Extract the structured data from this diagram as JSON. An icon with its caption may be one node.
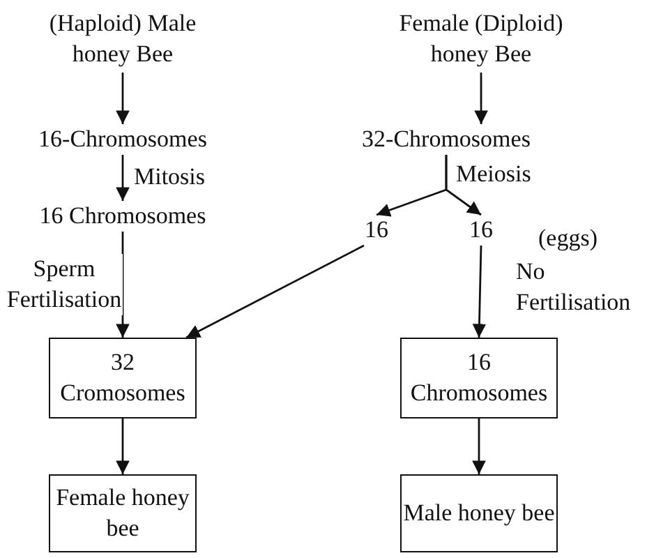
{
  "diagram": {
    "nodes": [
      {
        "text": [
          "(Haploid) Male honey Bee"
        ]
      },
      {
        "text": [
          "16-Chromosomes"
        ]
      },
      {
        "text": [
          "16 Chromosomes"
        ]
      },
      {
        "text": [
          "32 Cromosomes"
        ]
      },
      {
        "text": [
          "Female honey bee"
        ]
      },
      {
        "text": [
          "Female (Diploid) honey Bee"
        ]
      },
      {
        "text": [
          "32-Chromosomes"
        ]
      },
      {
        "text": [
          "16"
        ]
      },
      {
        "text": [
          "16"
        ]
      },
      {
        "text": [
          "16 Chromosomes"
        ]
      },
      {
        "text": [
          "Male honey bee"
        ]
      }
    ],
    "edges": [
      {
        "from": 0,
        "to": 1,
        "arrow": "to"
      },
      {
        "from": 1,
        "to": 2,
        "arrow": "to",
        "label": "Mitosis"
      },
      {
        "from": 2,
        "to": 3,
        "arrow": "to",
        "label": "Sperm Fertilisation"
      },
      {
        "from": 3,
        "to": 4,
        "arrow": "to"
      },
      {
        "from": 5,
        "to": 6,
        "arrow": "to"
      },
      {
        "from": 6,
        "to": 7,
        "arrow": "to"
      },
      {
        "from": 6,
        "to": 8,
        "arrow": "to"
      },
      {
        "from": 7,
        "to": 3,
        "arrow": "to"
      },
      {
        "from": 8,
        "to": 9,
        "arrow": "to",
        "label": "No Fertilisation"
      },
      {
        "from": 9,
        "to": 10,
        "arrow": "to"
      }
    ],
    "labels": [
      "Meiosis",
      "(eggs)"
    ]
  }
}
